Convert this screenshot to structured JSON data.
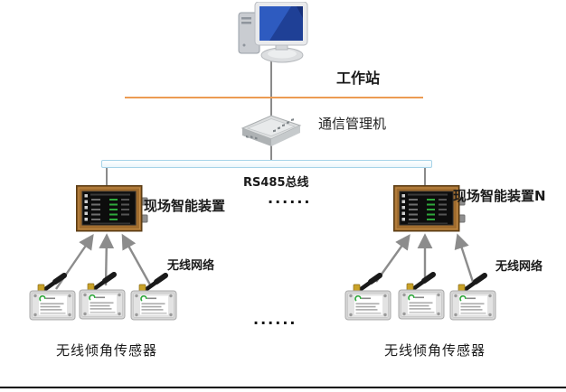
{
  "nodes": {
    "workstation": {
      "label": "工作站"
    },
    "comm_manager": {
      "label": "通信管理机"
    },
    "bus": {
      "label": "RS485总线"
    },
    "device_left": {
      "label": "现场智能装置"
    },
    "device_right": {
      "label": "现场智能装置N"
    },
    "wireless_left": {
      "label": "无线网络"
    },
    "wireless_right": {
      "label": "无线网络"
    },
    "sensors_left": {
      "label": "无线倾角传感器"
    },
    "sensors_right": {
      "label": "无线倾角传感器"
    },
    "ellipsis_devices": {
      "label": "......"
    },
    "ellipsis_sensors": {
      "label": "......"
    }
  },
  "icons": {
    "workstation": "desktop-computer-icon",
    "comm_manager": "network-gateway-icon",
    "smart_device": "hmi-panel-icon",
    "sensor": "wireless-tilt-sensor-icon"
  },
  "colors": {
    "orange_line": "#ec9b53",
    "bus_border": "#a6d3e8",
    "connector_gray": "#8a8a8a",
    "arrow_gray": "#8c8c8c",
    "device_frame_brown": "#a06c2e",
    "screen_green": "#2fa83c",
    "antenna_black": "#1a1a1a"
  }
}
